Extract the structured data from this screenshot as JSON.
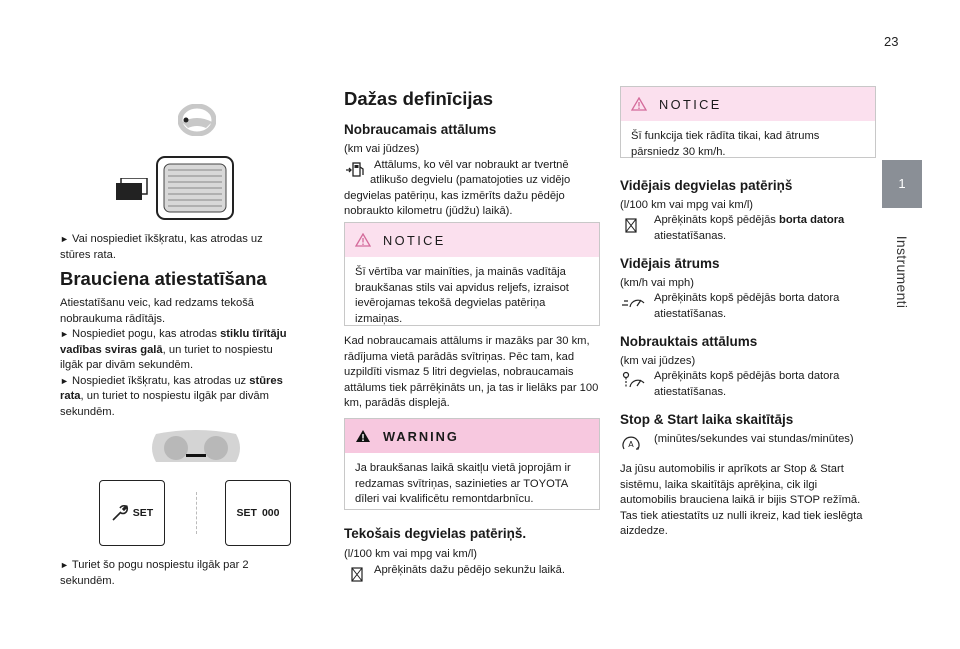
{
  "page_number": "23",
  "side_tab": {
    "number": "1",
    "label": "Instrumenti"
  },
  "col1": {
    "step_rotate": "Vai nospiediet īkšķratu, kas atrodas uz stūres rata.",
    "h_reset": "Brauciena atiestatīšana",
    "reset_intro": "Atiestatīšanu veic, kad redzams tekošā nobraukuma rādītājs.",
    "step_press_a": "Nospiediet pogu, kas atrodas ",
    "step_press_b": "stiklu tīrītāju vadības sviras galā",
    "step_press_c": ", un turiet to nospiestu ilgāk par divām sekundēm.",
    "step_thumb_a": "Nospiediet īkšķratu, kas atrodas uz ",
    "step_thumb_b": "stūres rata",
    "step_thumb_c": ", un turiet to nospiestu ilgāk par divām sekundēm.",
    "btn_set": "SET",
    "btn_set2": "SET",
    "btn_000": "000",
    "step_turn": "Turiet šo pogu nospiestu ilgāk par 2 sekundēm."
  },
  "col2": {
    "h_defs": "Dažas definīcijas",
    "h_range": "Nobraucamais attālums",
    "range_units": "(km vai jūdzes)",
    "range_desc_1": "Attālums, ko vēl var nobraukt ar tvertnē",
    "range_desc_2": "atlikušo degvielu (pamatojoties uz vidējo degvielas patēriņu, kas izmērīts dažu pēdējo nobraukto kilometru (jūdžu) laikā).",
    "notice1_title": "NOTICE",
    "notice1_body": "Šī vērtība var mainīties, ja mainās vadītāja braukšanas stils vai apvidus reljefs, izraisot ievērojamas tekošā degvielas patēriņa izmaiņas.",
    "range_low": "Kad nobraucamais attālums ir mazāks par 30 km, rādījuma vietā parādās svītriņas. Pēc tam, kad uzpildīti vismaz 5 litri degvielas, nobraucamais attālums tiek pārrēķināts un, ja tas ir lielāks par 100 km, parādās displejā.",
    "warning_title": "WARNING",
    "warning_body": "Ja braukšanas laikā skaitļu vietā joprojām ir redzamas svītriņas, sazinieties ar TOYOTA dīleri vai kvalificētu remontdarbnīcu.",
    "h_current": "Tekošais degvielas patēriņš.",
    "current_units": "(l/100 km vai mpg vai km/l)",
    "current_desc": "Aprēķināts dažu pēdējo sekunžu laikā."
  },
  "col3": {
    "notice2_title": "NOTICE",
    "notice2_body": "Šī funkcija tiek rādīta tikai, kad ātrums pārsniedz 30 km/h.",
    "h_avg_fuel": "Vidējais degvielas patēriņš",
    "avg_fuel_units": "(l/100 km vai mpg vai km/l)",
    "avg_fuel_desc_a": "Aprēķināts kopš pēdējās ",
    "avg_fuel_desc_b": "borta datora",
    "avg_fuel_desc_c": "atiestatīšanas.",
    "h_avg_speed": "Vidējais ātrums",
    "avg_speed_units": "(km/h vai mph)",
    "avg_speed_desc": "Aprēķināts kopš pēdējās borta datora atiestatīšanas.",
    "h_distance": "Nobrauktais attālums",
    "distance_units": "(km vai jūdzes)",
    "distance_desc": "Aprēķināts kopš pēdējās borta datora atiestatīšanas.",
    "h_stopstart": "Stop & Start laika skaitītājs",
    "stopstart_units": "(minūtes/sekundes vai stundas/minūtes)",
    "stopstart_desc": "Ja jūsu automobilis ir aprīkots ar Stop & Start sistēmu, laika skaitītājs aprēķina, cik ilgi automobilis brauciena laikā ir bijis STOP režīmā. Tas tiek atiestatīts uz nulli ikreiz, kad tiek ieslēgta aizdedze."
  }
}
